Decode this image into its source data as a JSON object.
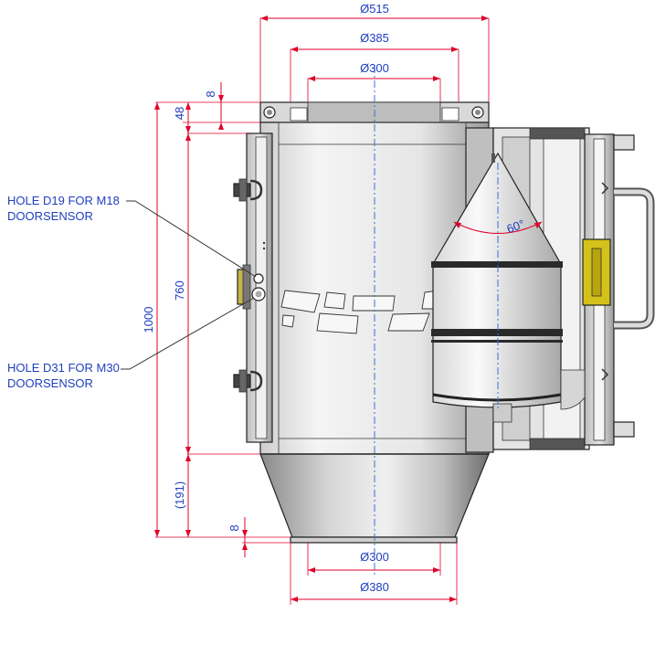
{
  "dimensions": {
    "dia_515": "Ø515",
    "dia_385": "Ø385",
    "dia_300_top": "Ø300",
    "dia_300_bottom": "Ø300",
    "dia_380": "Ø380",
    "h_8_top": "8",
    "h_48": "48",
    "h_760": "760",
    "h_1000": "1000",
    "h_191": "(191)",
    "h_8_bottom": "8",
    "angle_60": "60°"
  },
  "notes": {
    "hole_m18_line1": "HOLE D19 FOR M18",
    "hole_m18_line2": "DOORSENSOR",
    "hole_m30_line1": "HOLE D31 FOR M30",
    "hole_m30_line2": "DOORSENSOR"
  },
  "colors": {
    "dimension": "#e0002a",
    "text": "#1f3fbf",
    "center_line": "#3a6fd8",
    "sensor_bracket": "#d4c21a"
  }
}
